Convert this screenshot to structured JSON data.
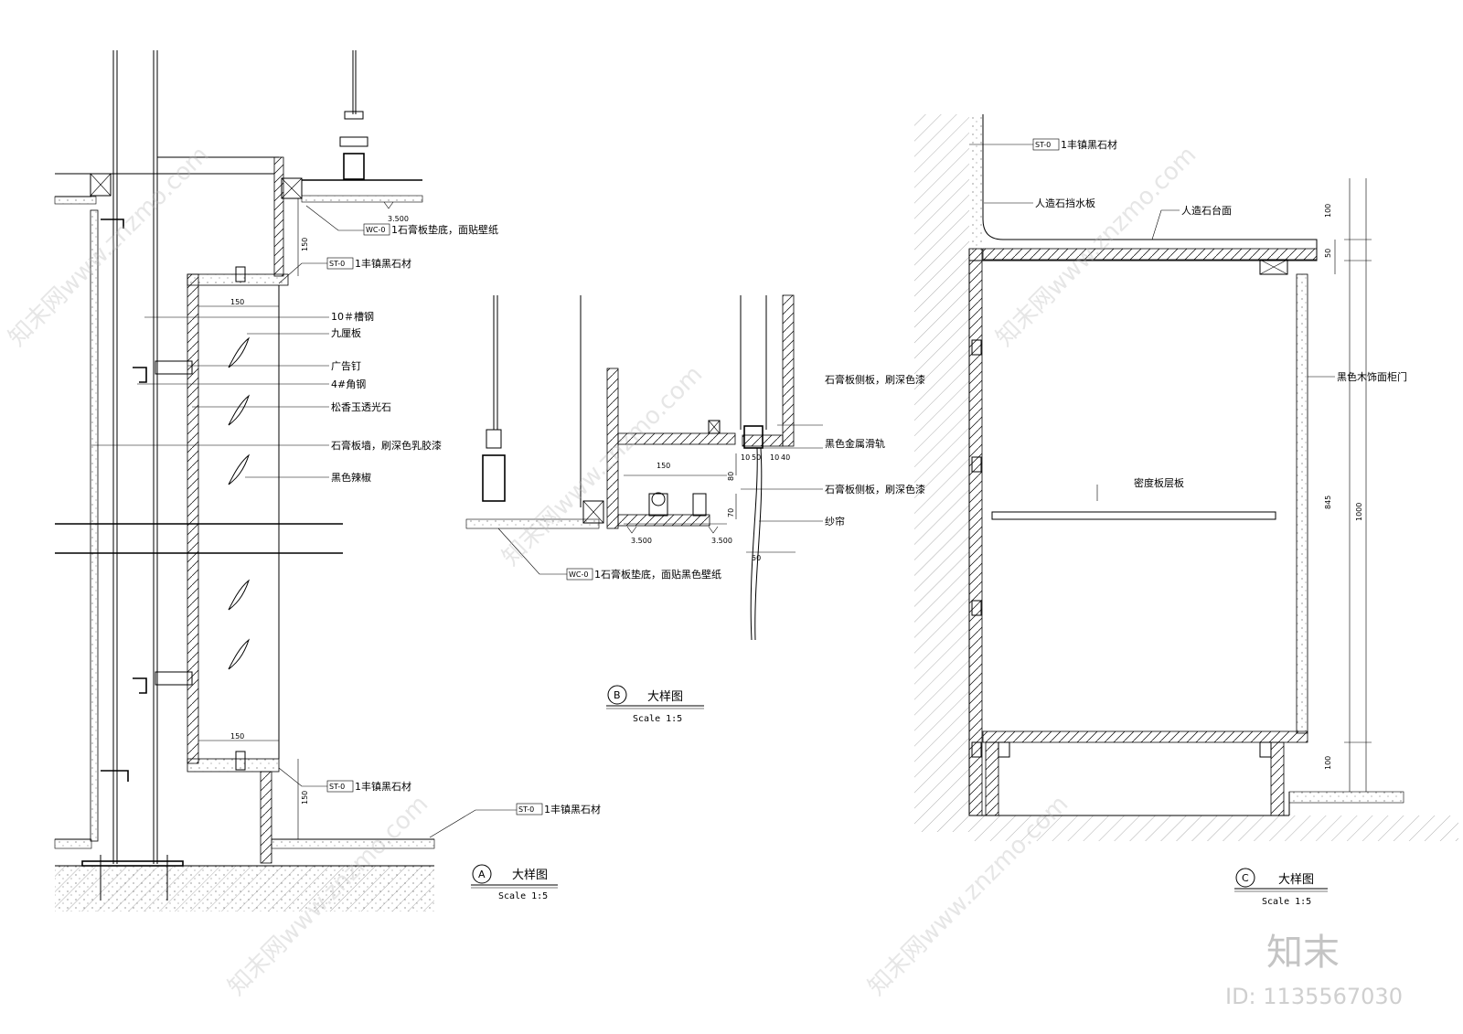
{
  "watermark": {
    "text": "知末网www.znzmo.com",
    "brand": "知末",
    "id": "ID: 1135567030"
  },
  "detail_a": {
    "marker": "A",
    "title": "大样图",
    "scale": "Scale   1:5",
    "elevation": "3.500",
    "dim_150_top": "150",
    "dim_150_a": "150",
    "dim_150_b": "150",
    "dim_150_bottom": "150",
    "labels": {
      "wc0": "WC-0",
      "wc0_text": "1石膏板垫底，面贴壁纸",
      "st0_1_tag": "ST-0",
      "st0_1_text": "1丰镇黑石材",
      "channel": "10＃槽钢",
      "plywood": "九厘板",
      "nail": "广告钉",
      "angle": "4#角钢",
      "stone": "松香玉透光石",
      "gypsum": "石膏板墙，刷深色乳胶漆",
      "pepper": "黑色辣椒",
      "st0_2_tag": "ST-0",
      "st0_2_text": "1丰镇黑石材",
      "st0_3_tag": "ST-0",
      "st0_3_text": "1丰镇黑石材"
    }
  },
  "detail_b": {
    "marker": "B",
    "title": "大样图",
    "scale": "Scale   1:5",
    "elev_left": "3.500",
    "elev_right": "3.500",
    "dims": {
      "d150": "150",
      "d80": "80",
      "d70": "70",
      "d10": "10",
      "d50": "50",
      "d10b": "10",
      "d40": "40",
      "d50b": "50"
    },
    "labels": {
      "side1": "石膏板侧板，刷深色漆",
      "rail": "黑色金属滑轨",
      "side2": "石膏板侧板，刷深色漆",
      "curtain": "纱帘",
      "wc0_tag": "WC-0",
      "wc0_text": "1石膏板垫底，面贴黑色壁纸"
    }
  },
  "detail_c": {
    "marker": "C",
    "title": "大样图",
    "scale": "Scale   1:5",
    "dims": {
      "d100_top": "100",
      "d50": "50",
      "d845": "845",
      "d1000": "1000",
      "d100_bottom": "100"
    },
    "labels": {
      "st0_tag": "ST-0",
      "st0_text": "1丰镇黑石材",
      "splash": "人造石挡水板",
      "counter": "人造石台面",
      "door": "黑色木饰面柜门",
      "shelf": "密度板层板"
    }
  }
}
